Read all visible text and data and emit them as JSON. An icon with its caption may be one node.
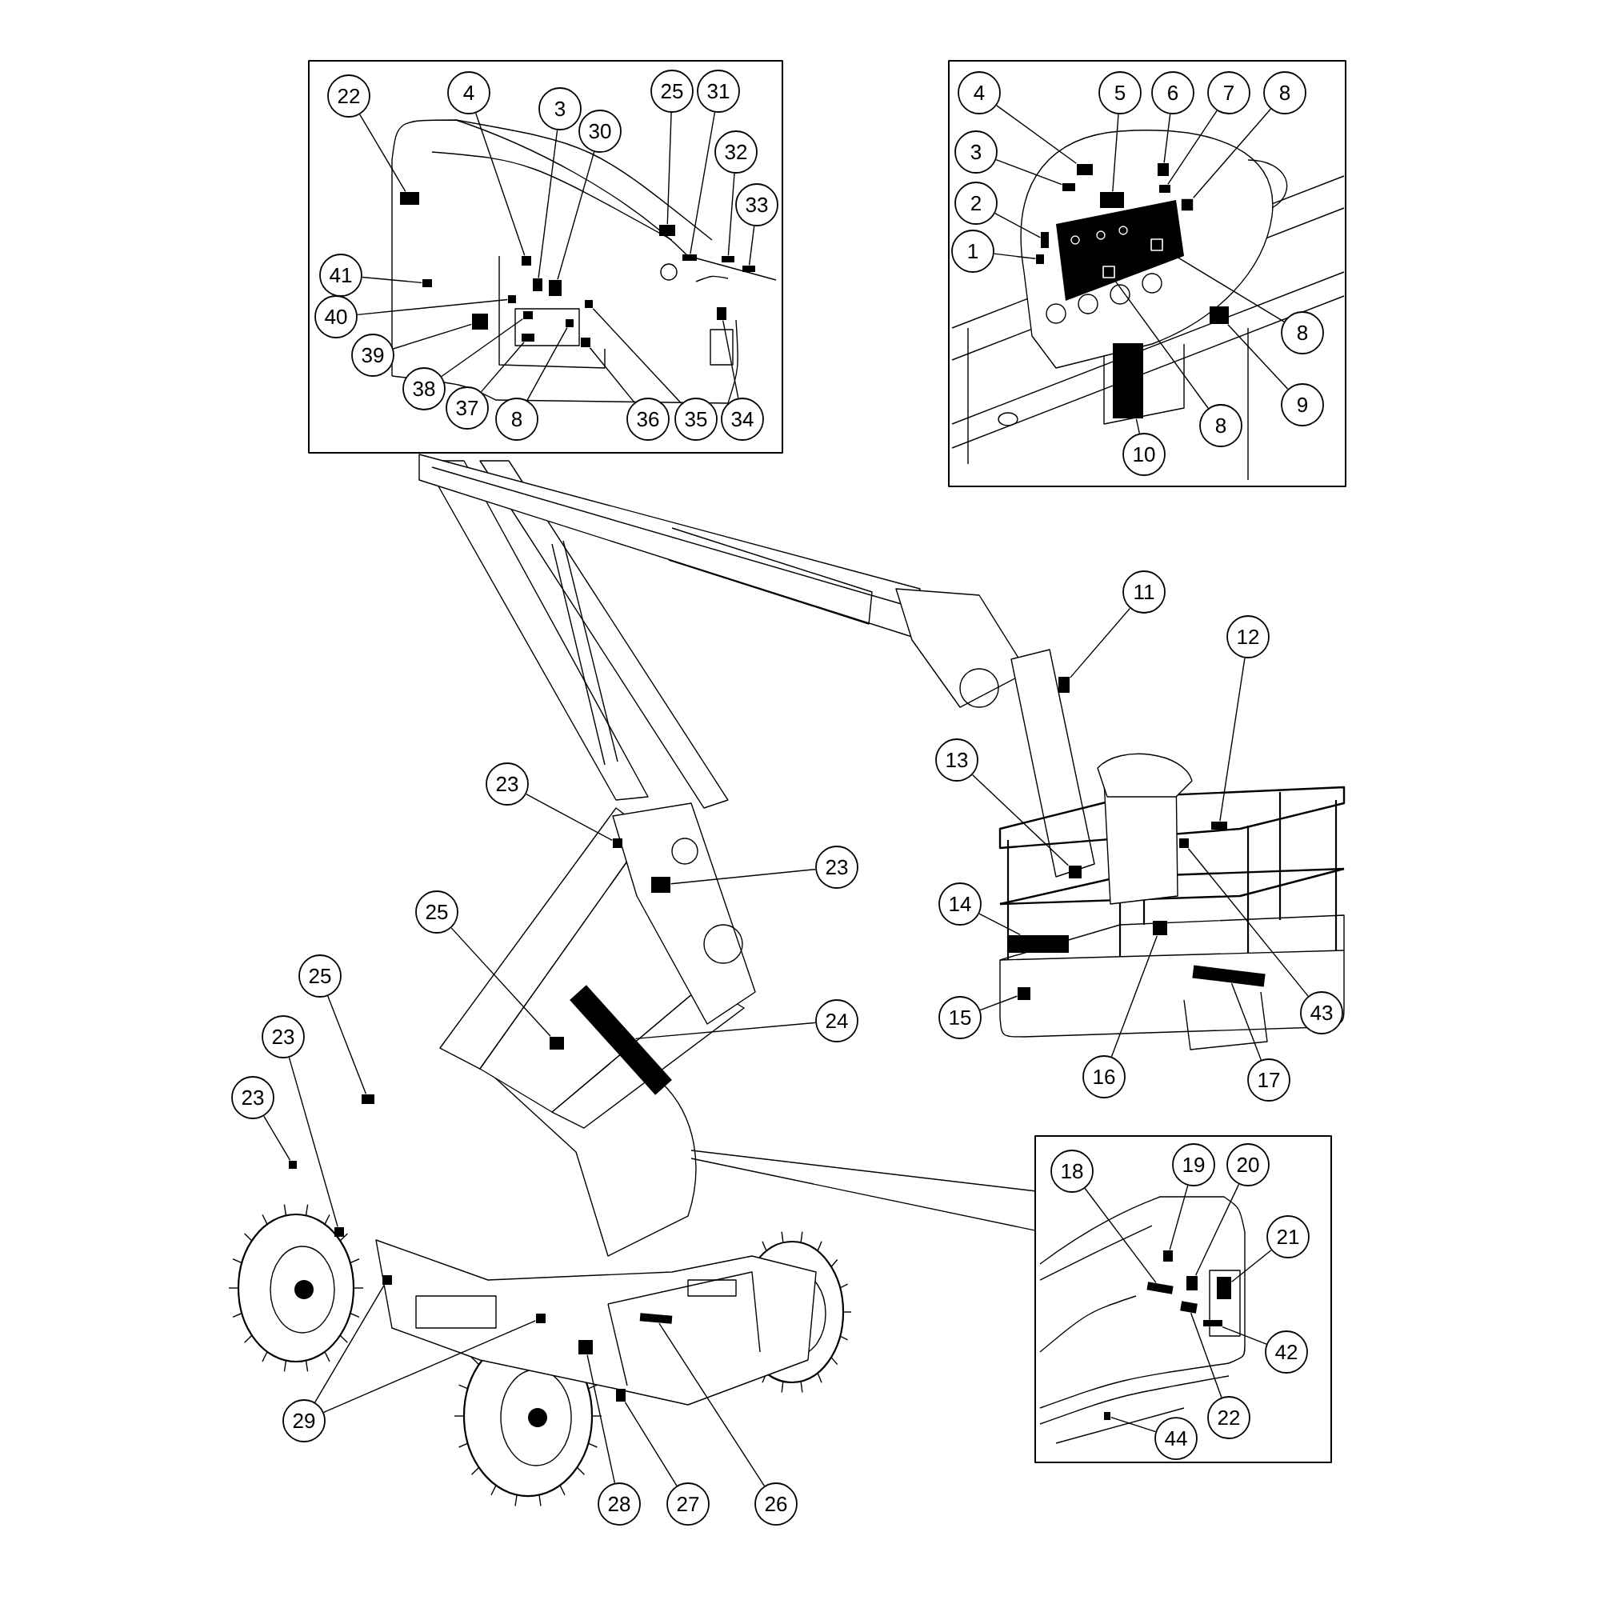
{
  "diagram": {
    "nodes": [
      {
        "text": [],
        "shape": "box"
      },
      {
        "text": [
          "22"
        ],
        "in": 0
      },
      {
        "text": [
          "4"
        ],
        "in": 0
      },
      {
        "text": [
          "3"
        ],
        "in": 0
      },
      {
        "text": [
          "30"
        ],
        "in": 0
      },
      {
        "text": [
          "25"
        ],
        "in": 0
      },
      {
        "text": [
          "31"
        ],
        "in": 0
      },
      {
        "text": [
          "32"
        ],
        "in": 0
      },
      {
        "text": [
          "33"
        ],
        "in": 0
      },
      {
        "text": [
          "41"
        ],
        "in": 0
      },
      {
        "text": [
          "40"
        ],
        "in": 0
      },
      {
        "text": [
          "39"
        ],
        "in": 0
      },
      {
        "text": [
          "38"
        ],
        "in": 0
      },
      {
        "text": [
          "37"
        ],
        "in": 0
      },
      {
        "text": [
          "8"
        ],
        "in": 0
      },
      {
        "text": [
          "36"
        ],
        "in": 0
      },
      {
        "text": [
          "35"
        ],
        "in": 0
      },
      {
        "text": [
          "34"
        ],
        "in": 0
      },
      {
        "text": [],
        "shape": "box"
      },
      {
        "text": [
          "4"
        ],
        "in": 18
      },
      {
        "text": [
          "3"
        ],
        "in": 18
      },
      {
        "text": [
          "2"
        ],
        "in": 18
      },
      {
        "text": [
          "1"
        ],
        "in": 18
      },
      {
        "text": [
          "5"
        ],
        "in": 18
      },
      {
        "text": [
          "6"
        ],
        "in": 18
      },
      {
        "text": [
          "7"
        ],
        "in": 18
      },
      {
        "text": [
          "8"
        ],
        "in": 18
      },
      {
        "text": [
          "8"
        ],
        "in": 18
      },
      {
        "text": [
          "9"
        ],
        "in": 18
      },
      {
        "text": [
          "8"
        ],
        "in": 18
      },
      {
        "text": [
          "10"
        ],
        "in": 18
      },
      {
        "text": [
          "11"
        ]
      },
      {
        "text": [
          "12"
        ]
      },
      {
        "text": [
          "13"
        ]
      },
      {
        "text": [
          "14"
        ]
      },
      {
        "text": [
          "15"
        ]
      },
      {
        "text": [
          "16"
        ]
      },
      {
        "text": [
          "17"
        ]
      },
      {
        "text": [
          "43"
        ]
      },
      {
        "text": [
          "23"
        ]
      },
      {
        "text": [
          "23"
        ]
      },
      {
        "text": [
          "25"
        ]
      },
      {
        "text": [
          "24"
        ]
      },
      {
        "text": [
          "25"
        ]
      },
      {
        "text": [
          "23"
        ]
      },
      {
        "text": [
          "23"
        ]
      },
      {
        "text": [
          "29"
        ]
      },
      {
        "text": [
          "28"
        ]
      },
      {
        "text": [
          "27"
        ]
      },
      {
        "text": [
          "26"
        ]
      },
      {
        "text": [],
        "shape": "box"
      },
      {
        "text": [
          "18"
        ],
        "in": 50
      },
      {
        "text": [
          "19"
        ],
        "in": 50
      },
      {
        "text": [
          "20"
        ],
        "in": 50
      },
      {
        "text": [
          "21"
        ],
        "in": 50
      },
      {
        "text": [
          "42"
        ],
        "in": 50
      },
      {
        "text": [
          "22"
        ],
        "in": 50
      },
      {
        "text": [
          "44"
        ],
        "in": 50
      },
      {
        "text": [],
        "shape": "box",
        "in": 0
      },
      {
        "text": [],
        "shape": "box",
        "in": 0
      },
      {
        "text": [],
        "shape": "box",
        "in": 0
      },
      {
        "text": [],
        "shape": "box",
        "in": 0
      },
      {
        "text": [],
        "shape": "box",
        "in": 0
      },
      {
        "text": [],
        "shape": "box",
        "in": 0
      },
      {
        "text": [],
        "shape": "box",
        "in": 0
      },
      {
        "text": [],
        "shape": "box",
        "in": 0
      },
      {
        "text": [],
        "shape": "box",
        "in": 0
      },
      {
        "text": [],
        "shape": "box",
        "in": 0
      },
      {
        "text": [],
        "shape": "box",
        "in": 0
      },
      {
        "text": [],
        "shape": "box",
        "in": 0
      },
      {
        "text": [],
        "shape": "box",
        "in": 0
      },
      {
        "text": [],
        "shape": "box",
        "in": 0
      },
      {
        "text": [],
        "shape": "box",
        "in": 0
      },
      {
        "text": [],
        "shape": "box",
        "in": 0
      },
      {
        "text": [],
        "shape": "box",
        "in": 0
      },
      {
        "text": [],
        "shape": "box",
        "in": 18
      },
      {
        "text": [],
        "shape": "box",
        "in": 18
      },
      {
        "text": [],
        "shape": "box",
        "in": 18
      },
      {
        "text": [],
        "shape": "box",
        "in": 18
      },
      {
        "text": [],
        "shape": "box",
        "in": 18
      },
      {
        "text": [],
        "shape": "box",
        "in": 18
      },
      {
        "text": [],
        "shape": "box",
        "in": 18
      },
      {
        "text": [],
        "shape": "box",
        "in": 18
      },
      {
        "text": [],
        "shape": "box",
        "in": 18
      },
      {
        "text": [],
        "shape": "box",
        "in": 18
      },
      {
        "text": [],
        "shape": "box",
        "in": 18
      },
      {
        "text": [],
        "shape": "box",
        "in": 18
      },
      {
        "text": [],
        "shape": "box"
      },
      {
        "text": [],
        "shape": "box"
      },
      {
        "text": [],
        "shape": "box"
      },
      {
        "text": [],
        "shape": "box"
      },
      {
        "text": [],
        "shape": "box"
      },
      {
        "text": [],
        "shape": "box"
      },
      {
        "text": [],
        "shape": "box"
      },
      {
        "text": [],
        "shape": "box"
      },
      {
        "text": [],
        "shape": "box"
      },
      {
        "text": [],
        "shape": "box"
      },
      {
        "text": [],
        "shape": "box"
      },
      {
        "text": [],
        "shape": "box"
      },
      {
        "text": [],
        "shape": "box"
      },
      {
        "text": [],
        "shape": "box"
      },
      {
        "text": [],
        "shape": "box"
      },
      {
        "text": [],
        "shape": "box"
      },
      {
        "text": [],
        "shape": "box"
      },
      {
        "text": [],
        "shape": "box"
      },
      {
        "text": [],
        "shape": "box"
      },
      {
        "text": [],
        "shape": "box"
      },
      {
        "text": [],
        "shape": "box",
        "in": 50
      },
      {
        "text": [],
        "shape": "box",
        "in": 50
      },
      {
        "text": [],
        "shape": "box",
        "in": 50
      },
      {
        "text": [],
        "shape": "box",
        "in": 50
      },
      {
        "text": [],
        "shape": "box",
        "in": 50
      },
      {
        "text": [],
        "shape": "box",
        "in": 50
      },
      {
        "text": [],
        "shape": "box",
        "in": 50
      }
    ],
    "edges": [
      {
        "from": 1,
        "to": 58,
        "arrow": "none"
      },
      {
        "from": 2,
        "to": 59,
        "arrow": "none"
      },
      {
        "from": 3,
        "to": 60,
        "arrow": "none"
      },
      {
        "from": 4,
        "to": 61,
        "arrow": "none"
      },
      {
        "from": 5,
        "to": 62,
        "arrow": "none"
      },
      {
        "from": 6,
        "to": 63,
        "arrow": "none"
      },
      {
        "from": 7,
        "to": 64,
        "arrow": "none"
      },
      {
        "from": 8,
        "to": 65,
        "arrow": "none"
      },
      {
        "from": 9,
        "to": 66,
        "arrow": "none"
      },
      {
        "from": 10,
        "to": 67,
        "arrow": "none"
      },
      {
        "from": 11,
        "to": 68,
        "arrow": "none"
      },
      {
        "from": 12,
        "to": 69,
        "arrow": "none"
      },
      {
        "from": 13,
        "to": 70,
        "arrow": "none"
      },
      {
        "from": 14,
        "to": 71,
        "arrow": "none"
      },
      {
        "from": 15,
        "to": 72,
        "arrow": "none"
      },
      {
        "from": 16,
        "to": 73,
        "arrow": "none"
      },
      {
        "from": 17,
        "to": 74,
        "arrow": "none"
      },
      {
        "from": 19,
        "to": 75,
        "arrow": "none"
      },
      {
        "from": 20,
        "to": 76,
        "arrow": "none"
      },
      {
        "from": 21,
        "to": 77,
        "arrow": "none"
      },
      {
        "from": 22,
        "to": 78,
        "arrow": "none"
      },
      {
        "from": 23,
        "to": 79,
        "arrow": "none"
      },
      {
        "from": 24,
        "to": 80,
        "arrow": "none"
      },
      {
        "from": 25,
        "to": 81,
        "arrow": "none"
      },
      {
        "from": 26,
        "to": 82,
        "arrow": "none"
      },
      {
        "from": 27,
        "to": 83,
        "arrow": "none"
      },
      {
        "from": 28,
        "to": 84,
        "arrow": "none"
      },
      {
        "from": 29,
        "to": 85,
        "arrow": "none"
      },
      {
        "from": 30,
        "to": 86,
        "arrow": "none"
      },
      {
        "from": 31,
        "to": 87,
        "arrow": "none"
      },
      {
        "from": 32,
        "to": 88,
        "arrow": "none"
      },
      {
        "from": 33,
        "to": 89,
        "arrow": "none"
      },
      {
        "from": 34,
        "to": 90,
        "arrow": "none"
      },
      {
        "from": 35,
        "to": 91,
        "arrow": "none"
      },
      {
        "from": 36,
        "to": 92,
        "arrow": "none"
      },
      {
        "from": 37,
        "to": 93,
        "arrow": "none"
      },
      {
        "from": 38,
        "to": 94,
        "arrow": "none"
      },
      {
        "from": 39,
        "to": 95,
        "arrow": "none"
      },
      {
        "from": 40,
        "to": 96,
        "arrow": "none"
      },
      {
        "from": 41,
        "to": 97,
        "arrow": "none"
      },
      {
        "from": 42,
        "to": 98,
        "arrow": "none"
      },
      {
        "from": 43,
        "to": 99,
        "arrow": "none"
      },
      {
        "from": 44,
        "to": 100,
        "arrow": "none"
      },
      {
        "from": 45,
        "to": 101,
        "arrow": "none"
      },
      {
        "from": 46,
        "to": 102,
        "arrow": "none"
      },
      {
        "from": 46,
        "to": 103,
        "arrow": "none"
      },
      {
        "from": 47,
        "to": 104,
        "arrow": "none"
      },
      {
        "from": 48,
        "to": 105,
        "arrow": "none"
      },
      {
        "from": 49,
        "to": 106,
        "arrow": "none"
      },
      {
        "from": 50,
        "to": null,
        "arrow": "none"
      },
      {
        "from": 50,
        "to": null,
        "arrow": "none"
      },
      {
        "from": 51,
        "to": 107,
        "arrow": "none"
      },
      {
        "from": 52,
        "to": 108,
        "arrow": "none"
      },
      {
        "from": 53,
        "to": 109,
        "arrow": "none"
      },
      {
        "from": 54,
        "to": 110,
        "arrow": "none"
      },
      {
        "from": 55,
        "to": 111,
        "arrow": "none"
      },
      {
        "from": 56,
        "to": 112,
        "arrow": "none"
      },
      {
        "from": 57,
        "to": 113,
        "arrow": "none"
      }
    ]
  }
}
